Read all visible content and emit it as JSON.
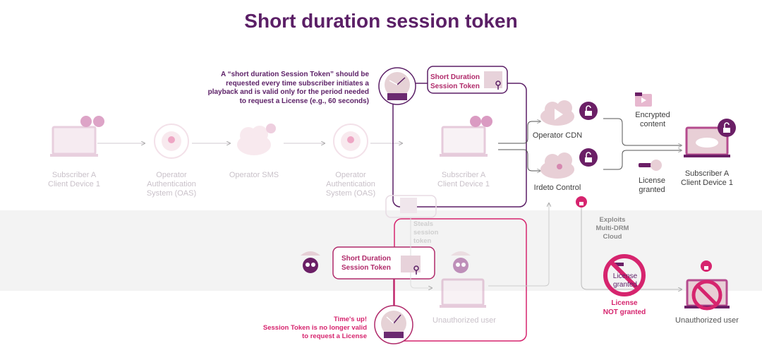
{
  "title": "Short duration session token",
  "colors": {
    "primary": "#5b1f66",
    "accent": "#d6246e",
    "faded": "#c9c1c9",
    "band": "#f3f3f3"
  },
  "top_flow": {
    "nodes": [
      {
        "label_1": "Subscriber A",
        "label_2": "Client Device 1",
        "icon": "laptop-icon"
      },
      {
        "label_1": "Operator",
        "label_2": "Authentication",
        "label_3": "System (OAS)",
        "icon": "authentication-icon"
      },
      {
        "label_1": "Operator SMS",
        "icon": "cloud-gear-icon"
      },
      {
        "label_1": "Operator",
        "label_2": "Authentication",
        "label_3": "System (OAS)",
        "icon": "authentication-icon"
      },
      {
        "label_1": "Subscriber A",
        "label_2": "Client Device 1",
        "icon": "laptop-icon"
      }
    ],
    "note": [
      "A “short duration Session Token” should be",
      "requested every time subscriber initiates a",
      "playback and is valid only for the period needed",
      "to request a License (e.g., 60 seconds)"
    ],
    "token": {
      "line1": "Short Duration",
      "line2": "Session Token",
      "icon": "token-key-icon"
    }
  },
  "services": {
    "cdn": "Operator CDN",
    "control": "Irdeto Control",
    "encrypted_1": "Encrypted",
    "encrypted_2": "content",
    "license_1": "License",
    "license_2": "granted",
    "subscriber_1": "Subscriber A",
    "subscriber_2": "Client Device 1"
  },
  "attack": {
    "steals": [
      "Steals",
      "session",
      "token"
    ],
    "token": {
      "line1": "Short Duration",
      "line2": "Session Token"
    },
    "timeout": [
      "Time's up!",
      "Session Token is no longer valid",
      "to request a License"
    ],
    "unauth_left": "Unauthorized user",
    "exploits": [
      "Exploits",
      "Multi-DRM",
      "Cloud"
    ],
    "denied_license": [
      "License",
      "granted"
    ],
    "not_granted": [
      "License",
      "NOT granted"
    ],
    "unauth_right": "Unauthorized user"
  }
}
